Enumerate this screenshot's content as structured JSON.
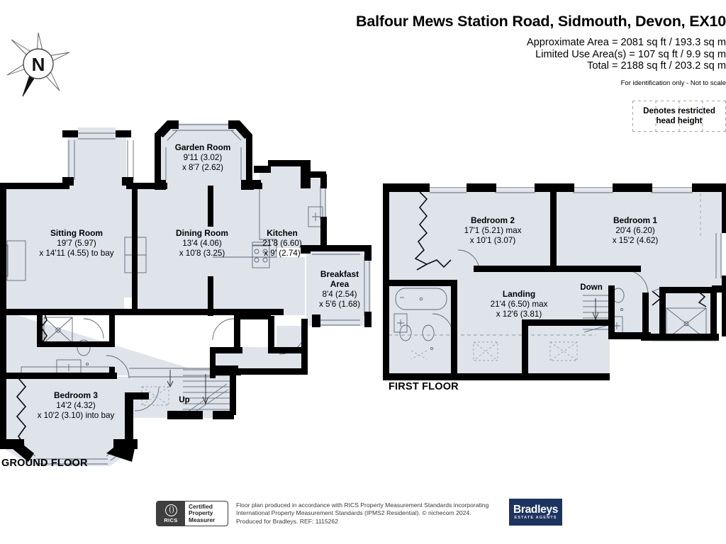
{
  "header": {
    "title": "Balfour Mews Station Road, Sidmouth, Devon, EX10",
    "approx_area": "Approximate Area = 2081 sq ft / 193.3 sq m",
    "limited_use_area": "Limited Use Area(s) = 107 sq ft / 9.9 sq m",
    "total_area": "Total = 2188 sq ft / 203.2 sq m",
    "disclaimer": "For identification only - Not to scale"
  },
  "legend": {
    "line1": "Denotes restricted",
    "line2": "head height",
    "full": "Denotes restricted head height"
  },
  "compass": {
    "label": "N"
  },
  "floors": [
    {
      "id": "ground",
      "label": "GROUND FLOOR"
    },
    {
      "id": "first",
      "label": "FIRST FLOOR"
    }
  ],
  "ground_floor": {
    "label": "GROUND FLOOR",
    "rooms": [
      {
        "name": "Sitting Room",
        "dim1": "19'7 (5.97)",
        "dim2": "x 14'11 (4.55) to bay"
      },
      {
        "name": "Garden Room",
        "dim1": "9'11 (3.02)",
        "dim2": "x 8'7 (2.62)"
      },
      {
        "name": "Dining Room",
        "dim1": "13'4 (4.06)",
        "dim2": "x 10'8 (3.25)"
      },
      {
        "name": "Kitchen",
        "dim1": "21'8 (6.60)",
        "dim2": "x 9' (2.74)"
      },
      {
        "name": "Breakfast Area",
        "name_line1": "Breakfast",
        "name_line2": "Area",
        "dim1": "8'4 (2.54)",
        "dim2": "x 5'6 (1.68)"
      },
      {
        "name": "Bedroom 3",
        "dim1": "14'2 (4.32)",
        "dim2": "x 10'2 (3.10) into bay"
      }
    ],
    "stair_label": "Up"
  },
  "first_floor": {
    "label": "FIRST FLOOR",
    "rooms": [
      {
        "name": "Bedroom 2",
        "dim1": "17'1 (5.21) max",
        "dim2": "x 10'1 (3.07)"
      },
      {
        "name": "Bedroom 1",
        "dim1": "20'4 (6.20)",
        "dim2": "x 15'2 (4.62)"
      },
      {
        "name": "Landing",
        "dim1": "21'4 (6.50) max",
        "dim2": "x 12'6 (3.81)"
      }
    ],
    "stair_label": "Down"
  },
  "footer": {
    "rics_word": "RICS",
    "cert_line1": "Certified",
    "cert_line2": "Property",
    "cert_line3": "Measurer",
    "note_line1": "Floor plan produced in accordance with RICS Property Measurement Standards incorporating",
    "note_line2": "International Property Measurement Standards (IPMS2 Residential).   © nichecom 2024.",
    "note_line3": "Produced for Bradleys.   REF: 1115262",
    "brand_name": "Bradleys",
    "brand_sub": "ESTATE AGENTS"
  },
  "colors": {
    "floor_fill": "#dfe4eb",
    "wall": "#000000",
    "fixture_stroke": "#3c4450",
    "brand": "#1d3461"
  }
}
